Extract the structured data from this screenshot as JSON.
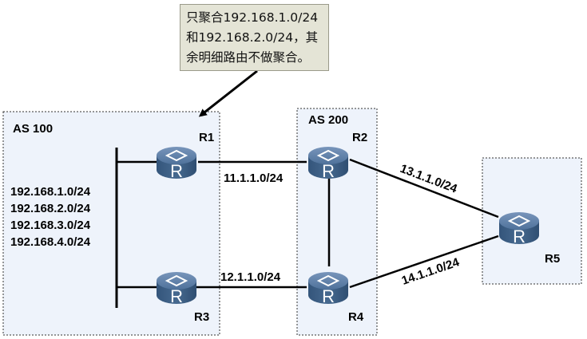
{
  "callout": {
    "lines": [
      "只聚合192.168.1.0/24",
      "和192.168.2.0/24，其",
      "余明细路由不做聚合。"
    ],
    "background": "#e4e4d6"
  },
  "areas": {
    "as100": {
      "label": "AS 100"
    },
    "as200": {
      "label": "AS 200"
    },
    "r5_area": {
      "label": ""
    }
  },
  "routes": [
    "192.168.1.0/24",
    "192.168.2.0/24",
    "192.168.3.0/24",
    "192.168.4.0/24"
  ],
  "routers": {
    "r1": {
      "name": "R1",
      "glyph": "R"
    },
    "r2": {
      "name": "R2",
      "glyph": "R"
    },
    "r3": {
      "name": "R3",
      "glyph": "R"
    },
    "r4": {
      "name": "R4",
      "glyph": "R"
    },
    "r5": {
      "name": "R5",
      "glyph": "R"
    }
  },
  "links": {
    "r1_r2": "11.1.1.0/24",
    "r3_r4": "12.1.1.0/24",
    "r2_r5": "13.1.1.0/24",
    "r4_r5": "14.1.1.0/24"
  },
  "colors": {
    "area_fill": "#eef3fb",
    "router_body": "#3d5f86",
    "router_top": "#5b7fa8"
  }
}
